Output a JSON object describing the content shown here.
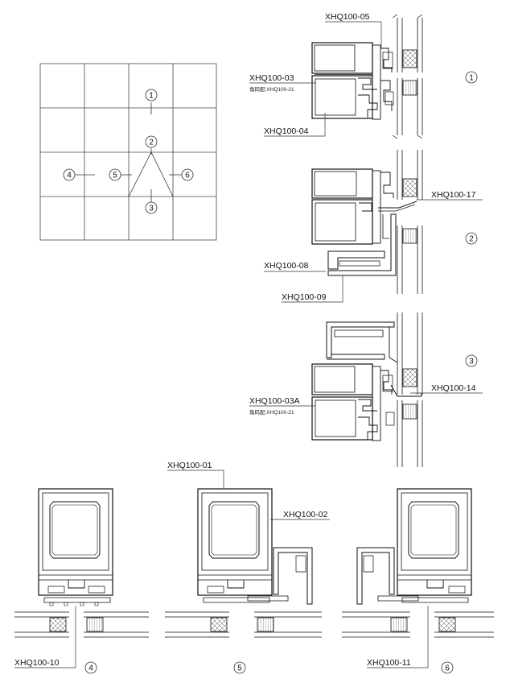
{
  "elevation": {
    "markers": [
      "1",
      "2",
      "3",
      "4",
      "5",
      "6"
    ]
  },
  "details": {
    "d1": {
      "marker": "1",
      "label_top": "XHQ100-05",
      "label_mid": "XHQ100-03",
      "label_mid_sub": "角码配:XHQ100-21",
      "label_bottom": "XHQ100-04"
    },
    "d2": {
      "marker": "2",
      "label_right": "XHQ100-17",
      "label_left": "XHQ100-08",
      "label_bottom": "XHQ100-09"
    },
    "d3": {
      "marker": "3",
      "label_left": "XHQ100-03A",
      "label_left_sub": "角码配:XHQ100-21",
      "label_right": "XHQ100-14"
    },
    "d4": {
      "marker": "4",
      "label": "XHQ100-10"
    },
    "d5": {
      "marker": "5",
      "label_top": "XHQ100-01",
      "label_right": "XHQ100-02"
    },
    "d6": {
      "marker": "6",
      "label": "XHQ100-11"
    }
  }
}
